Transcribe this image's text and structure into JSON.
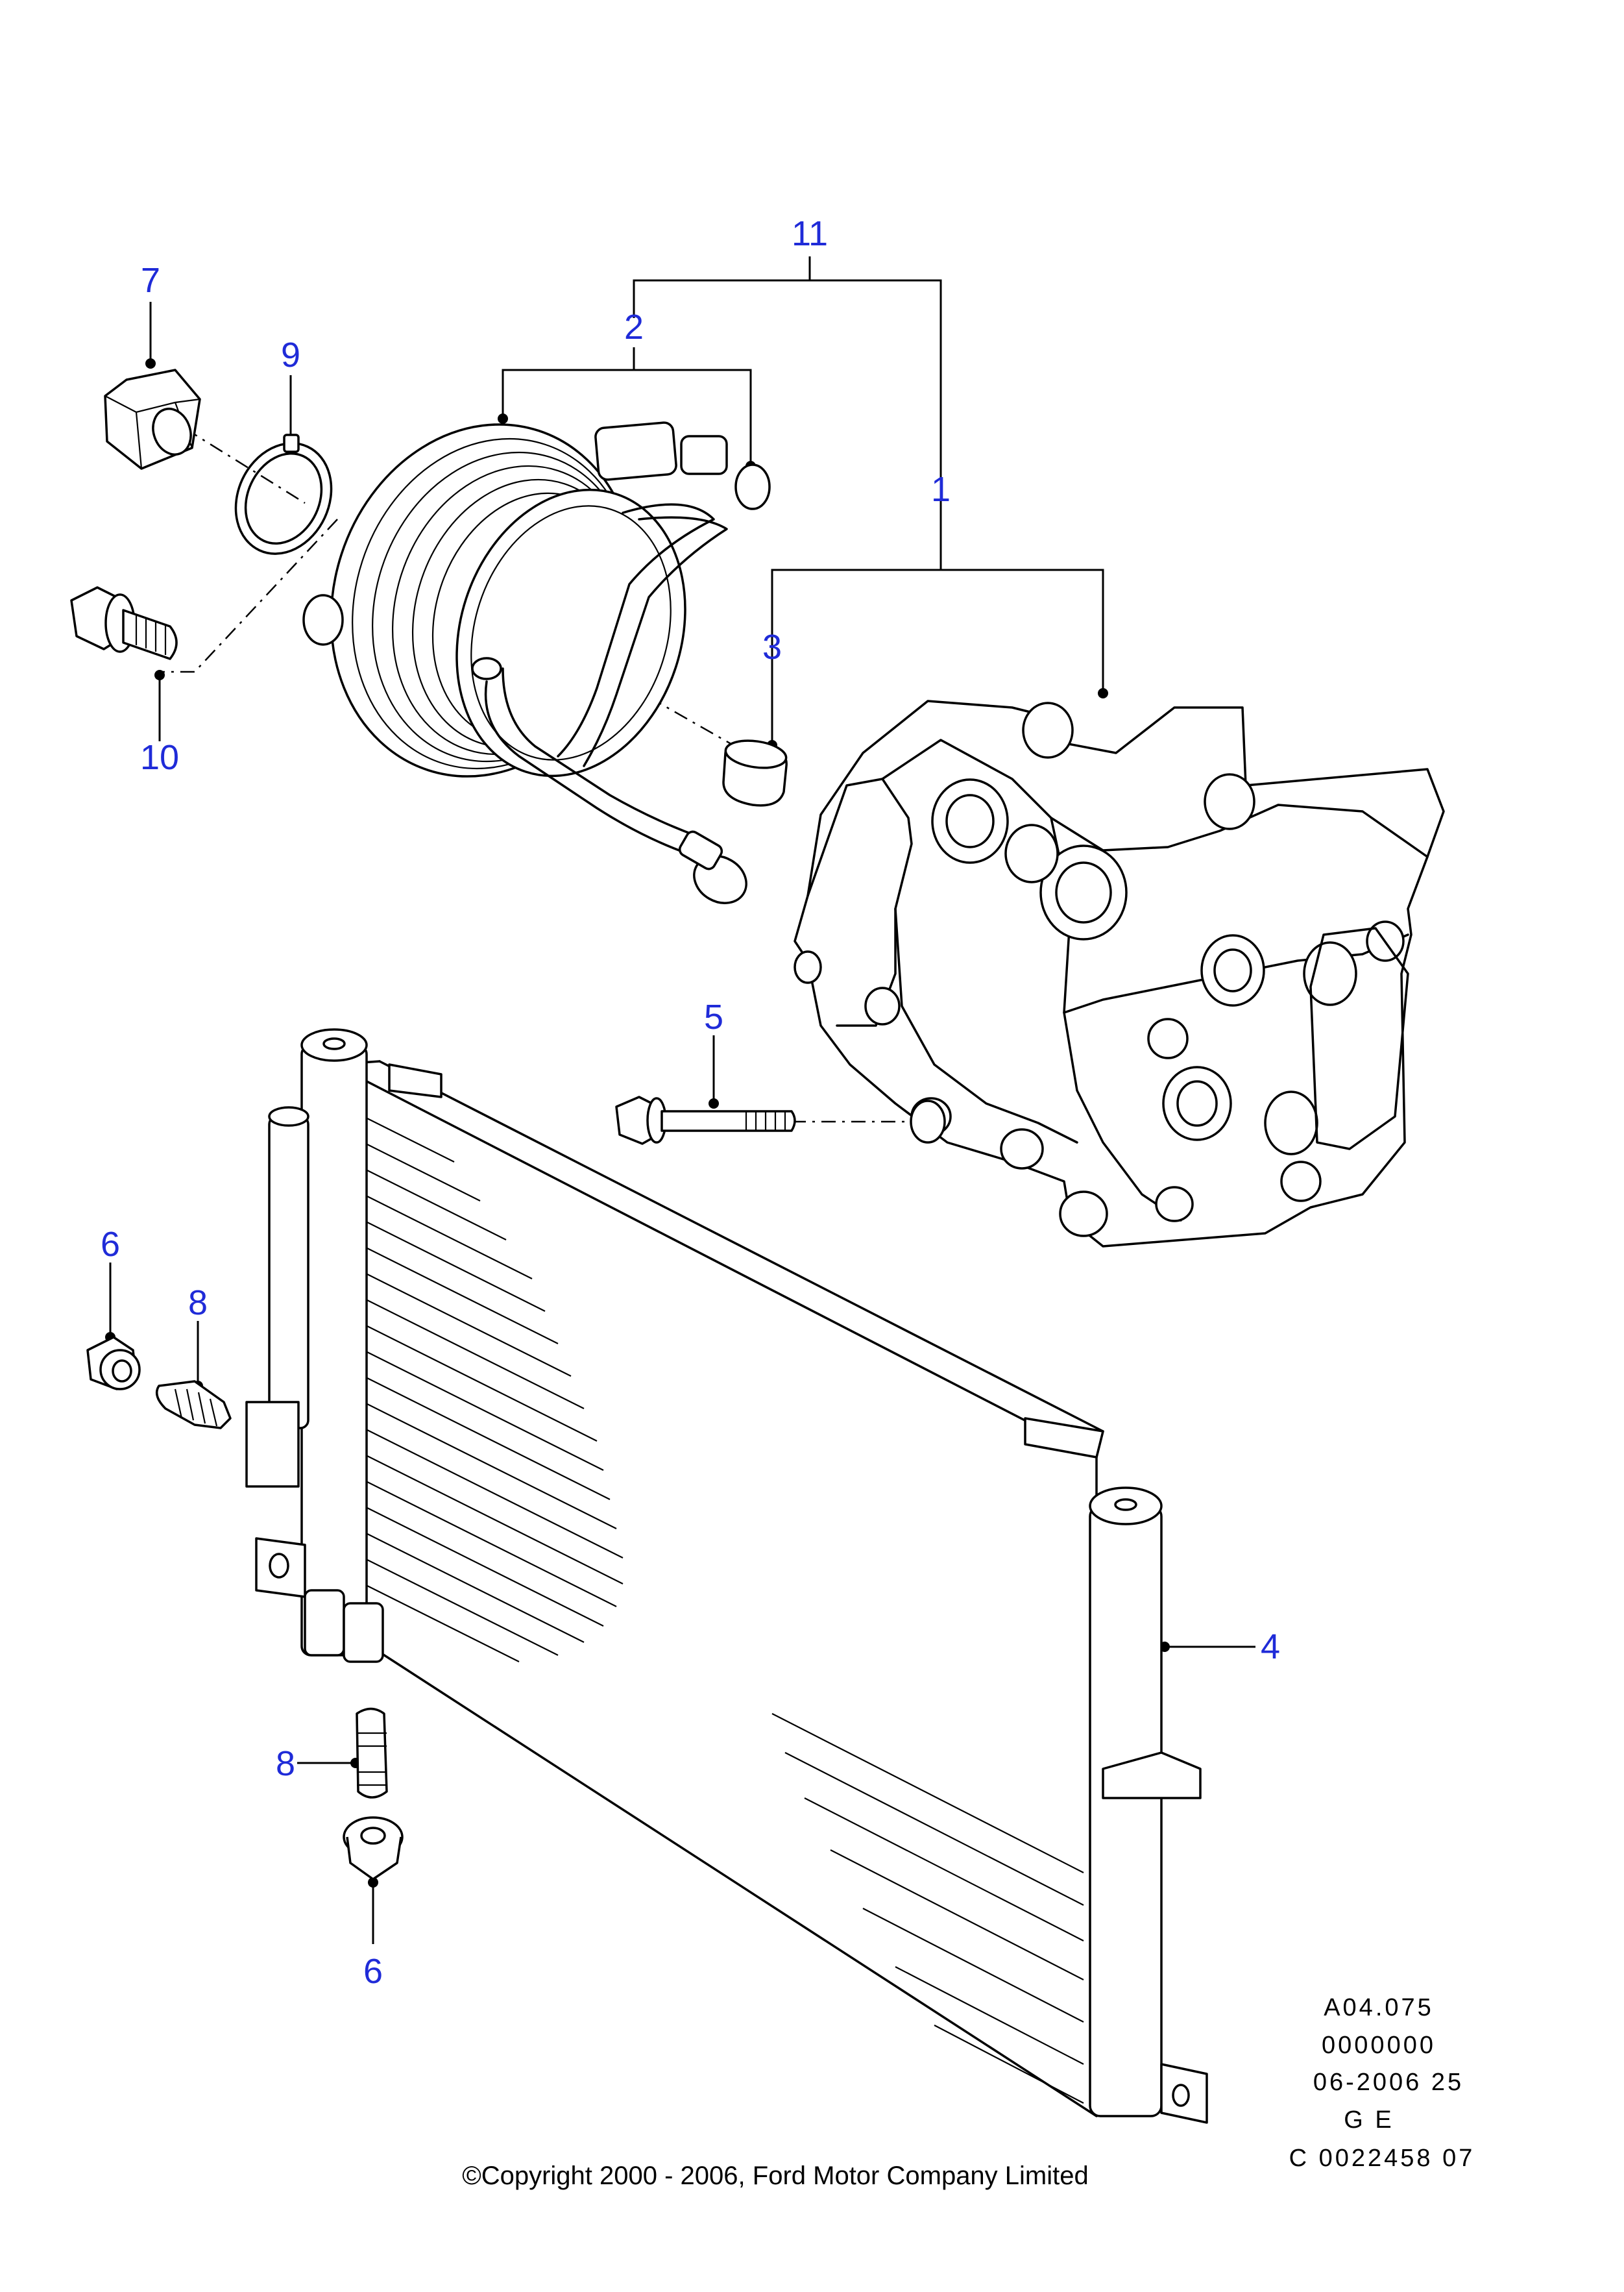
{
  "callouts": {
    "c1": "1",
    "c2": "2",
    "c3": "3",
    "c4": "4",
    "c5": "5",
    "c6a": "6",
    "c6b": "6",
    "c7": "7",
    "c8a": "8",
    "c8b": "8",
    "c9": "9",
    "c10": "10",
    "c11": "11"
  },
  "reference": {
    "line1": "A04.075",
    "line2": "0000000",
    "line3": "06-2006 25",
    "line4": "G E",
    "line5": "C  0022458  07"
  },
  "copyright": "©Copyright 2000 - 2006, Ford Motor Company Limited",
  "colors": {
    "callout_text": "#1f2bd8",
    "line_art": "#000000",
    "background": "#ffffff"
  }
}
